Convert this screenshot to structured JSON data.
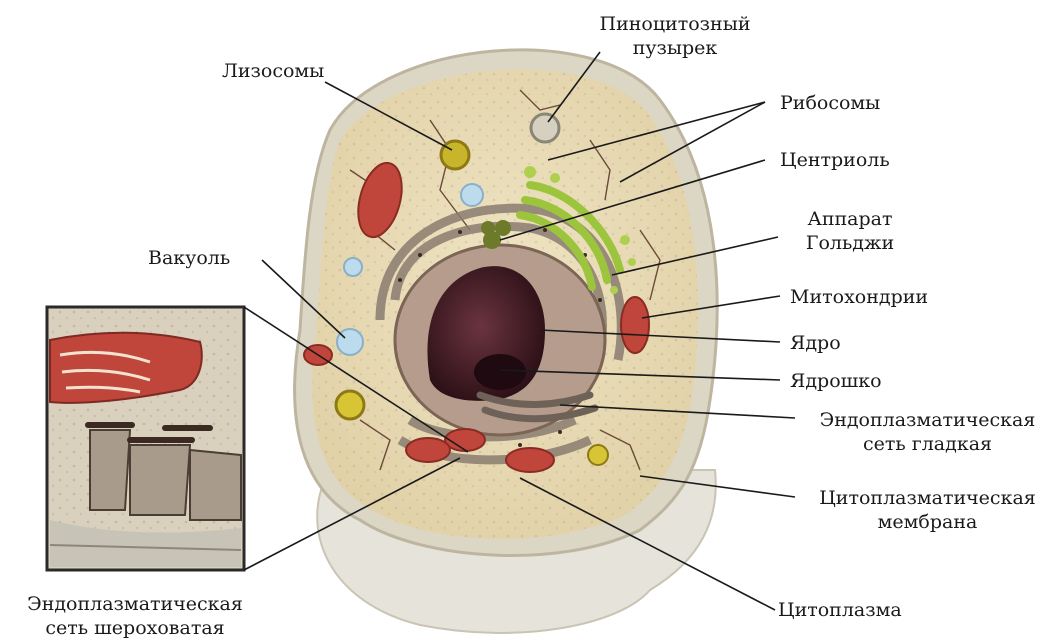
{
  "labels": {
    "pinocytic": [
      "Пиноцитозный",
      "пузырек"
    ],
    "lysosomes": "Лизосомы",
    "ribosomes": "Рибосомы",
    "centriole": "Центриоль",
    "golgi": [
      "Аппарат",
      "Гольджи"
    ],
    "vacuole": "Вакуоль",
    "mitochondria": "Митохондрии",
    "nucleus": "Ядро",
    "nucleolus": "Ядрошко",
    "smooth_er": [
      "Эндоплазматическая",
      "сеть гладкая"
    ],
    "membrane": [
      "Цитоплазматическая",
      "мембрана"
    ],
    "cytoplasm": "Цитоплазма",
    "rough_er": [
      "Эндоплазматическая",
      "сеть шероховатая"
    ]
  },
  "colors": {
    "cytoplasm": "#e9dcb6",
    "membrane": "#d9d3c0",
    "nucleus": "#4a2028",
    "golgi": "#9cc43c",
    "mitochondria": "#c0453a",
    "lysosome": "#c9b52b",
    "vacuole": "#bcdcee",
    "er": "#8a7d70"
  }
}
